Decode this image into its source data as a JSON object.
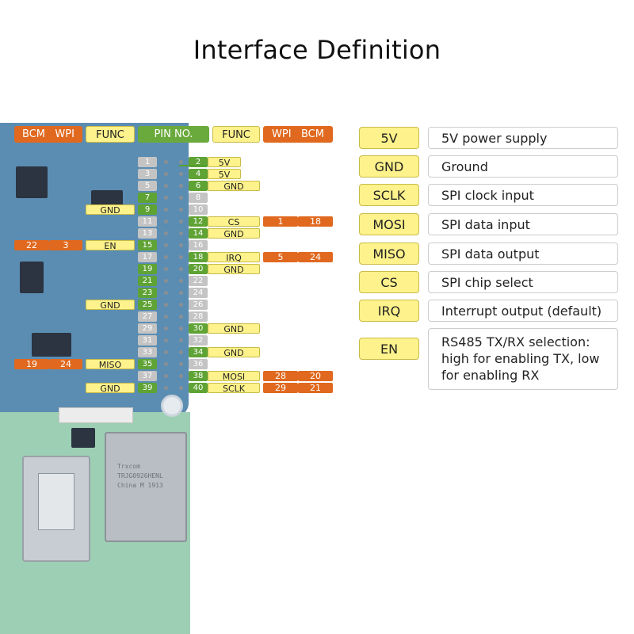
{
  "title": "Interface Definition",
  "header": {
    "left_bcm": "BCM",
    "left_wpi": "WPI",
    "left_func": "FUNC",
    "pin_no": "PIN NO.",
    "right_func": "FUNC",
    "right_wpi": "WPI",
    "right_bcm": "BCM"
  },
  "pins": {
    "1": "1",
    "2": "2",
    "3": "3",
    "4": "4",
    "5": "5",
    "6": "6",
    "7": "7",
    "8": "8",
    "9": "9",
    "10": "10",
    "11": "11",
    "12": "12",
    "13": "13",
    "14": "14",
    "15": "15",
    "16": "16",
    "17": "17",
    "18": "18",
    "19": "19",
    "20": "20",
    "21": "21",
    "22": "22",
    "23": "23",
    "24": "24",
    "25": "25",
    "26": "26",
    "27": "27",
    "28": "28",
    "29": "29",
    "30": "30",
    "31": "31",
    "32": "32",
    "33": "33",
    "34": "34",
    "35": "35",
    "36": "36",
    "37": "37",
    "38": "38",
    "39": "39",
    "40": "40"
  },
  "right_labels": {
    "p2": "5V",
    "p4": "5V",
    "p6": "GND",
    "p12_func": "CS",
    "p12_wpi": "1",
    "p12_bcm": "18",
    "p14": "GND",
    "p18_func": "IRQ",
    "p18_wpi": "5",
    "p18_bcm": "24",
    "p20": "GND",
    "p30": "GND",
    "p34": "GND",
    "p38_func": "MOSI",
    "p38_wpi": "28",
    "p38_bcm": "20",
    "p40_func": "SCLK",
    "p40_wpi": "29",
    "p40_bcm": "21"
  },
  "left_labels": {
    "p9": "GND",
    "p15_bcm": "22",
    "p15_wpi": "3",
    "p15_func": "EN",
    "p25": "GND",
    "p35_bcm": "19",
    "p35_wpi": "24",
    "p35_func": "MISO",
    "p39": "GND"
  },
  "board_text": {
    "eth_line1": "Trxcom",
    "eth_line2": "TRJG0926HENL",
    "eth_line3": "China M 1913"
  },
  "legend": [
    {
      "key": "5V",
      "desc": "5V power supply"
    },
    {
      "key": "GND",
      "desc": "Ground"
    },
    {
      "key": "SCLK",
      "desc": "SPI clock input"
    },
    {
      "key": "MOSI",
      "desc": "SPI data input"
    },
    {
      "key": "MISO",
      "desc": "SPI data output"
    },
    {
      "key": "CS",
      "desc": "SPI chip select"
    },
    {
      "key": "IRQ",
      "desc": "Interrupt output (default)"
    },
    {
      "key": "EN",
      "desc": "RS485 TX/RX selection: high for enabling TX, low for enabling RX"
    }
  ],
  "colors": {
    "orange": "#e0691f",
    "yellow": "#fdf28b",
    "green": "#6aaa3c",
    "grey": "#c4c4c4",
    "board_blue": "#5b8db3",
    "board_green": "#9ccfb4"
  }
}
